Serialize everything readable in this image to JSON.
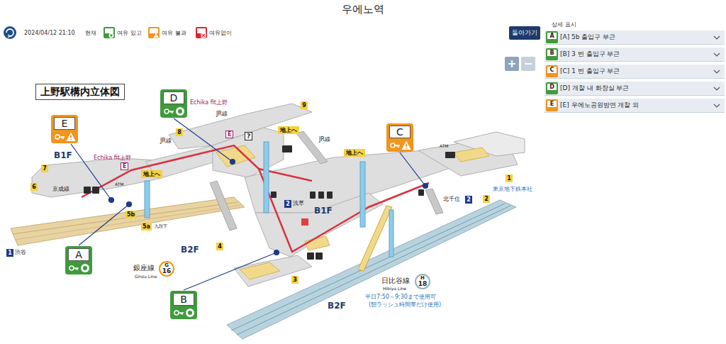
{
  "diagram": {
    "title": "우에노역",
    "nodes": [
      {
        "text": [
          "돌아가기"
        ]
      },
      {
        "text": [
          "[A] 5b 출입구 부근"
        ]
      },
      {
        "text": [
          "A"
        ],
        "in": 1
      },
      {
        "text": [
          "[B] 3 번 출입구 부근"
        ]
      },
      {
        "text": [
          "B"
        ],
        "in": 3
      },
      {
        "text": [
          "[C] 1 번 출입구 부근"
        ]
      },
      {
        "text": [
          "C"
        ],
        "in": 5
      },
      {
        "text": [
          "[D] 개찰 내 화장실 부근"
        ]
      },
      {
        "text": [
          "D"
        ],
        "in": 7
      },
      {
        "text": [
          "[E] 우에노공원방면 개찰 외"
        ]
      },
      {
        "text": [
          "E"
        ],
        "in": 9
      },
      {
        "text": [
          "+"
        ]
      },
      {
        "text": [
          "−"
        ]
      },
      {
        "text": [
          "上野駅構内立体図"
        ]
      },
      {
        "text": [
          "E"
        ]
      },
      {
        "text": [
          "D"
        ]
      },
      {
        "text": [
          "C"
        ]
      },
      {
        "text": [
          "A"
        ]
      },
      {
        "text": [
          "B"
        ]
      },
      {
        "text": [
          "G",
          "16"
        ]
      },
      {
        "text": [
          "H",
          "18"
        ]
      }
    ],
    "labels": [
      "2024/04/12 21:10",
      "현재",
      "상세 표시",
      "Echika fit上野",
      "JR線",
      "E",
      "9",
      "8",
      "JR線",
      "?",
      "JR線",
      "地上へ",
      "B1F",
      "Echika fit上野",
      "E",
      "7",
      "6",
      "京成線",
      "ATM",
      "地上へ",
      "5b",
      "5a",
      "九段下",
      "B2F",
      "4",
      "2",
      "浅草",
      "B1F",
      "地上へ",
      "ATM",
      "1",
      "東京地下鉄本社",
      "北千住",
      "2",
      "2",
      "1",
      "渋谷",
      "3",
      "銀座線",
      "Ginza Line",
      "日比谷線",
      "Hibiya Line",
      "平日7:50～9:30まで使用可",
      "(朝ラッシュ時間帯だけ使用)",
      "B2F"
    ],
    "legend": [
      {
        "text": "여유 있고",
        "color": "#3f9b3c"
      },
      {
        "text": "여유 불과",
        "color": "#f0951e"
      },
      {
        "text": "여유없이",
        "color": "#d9262f"
      }
    ]
  }
}
